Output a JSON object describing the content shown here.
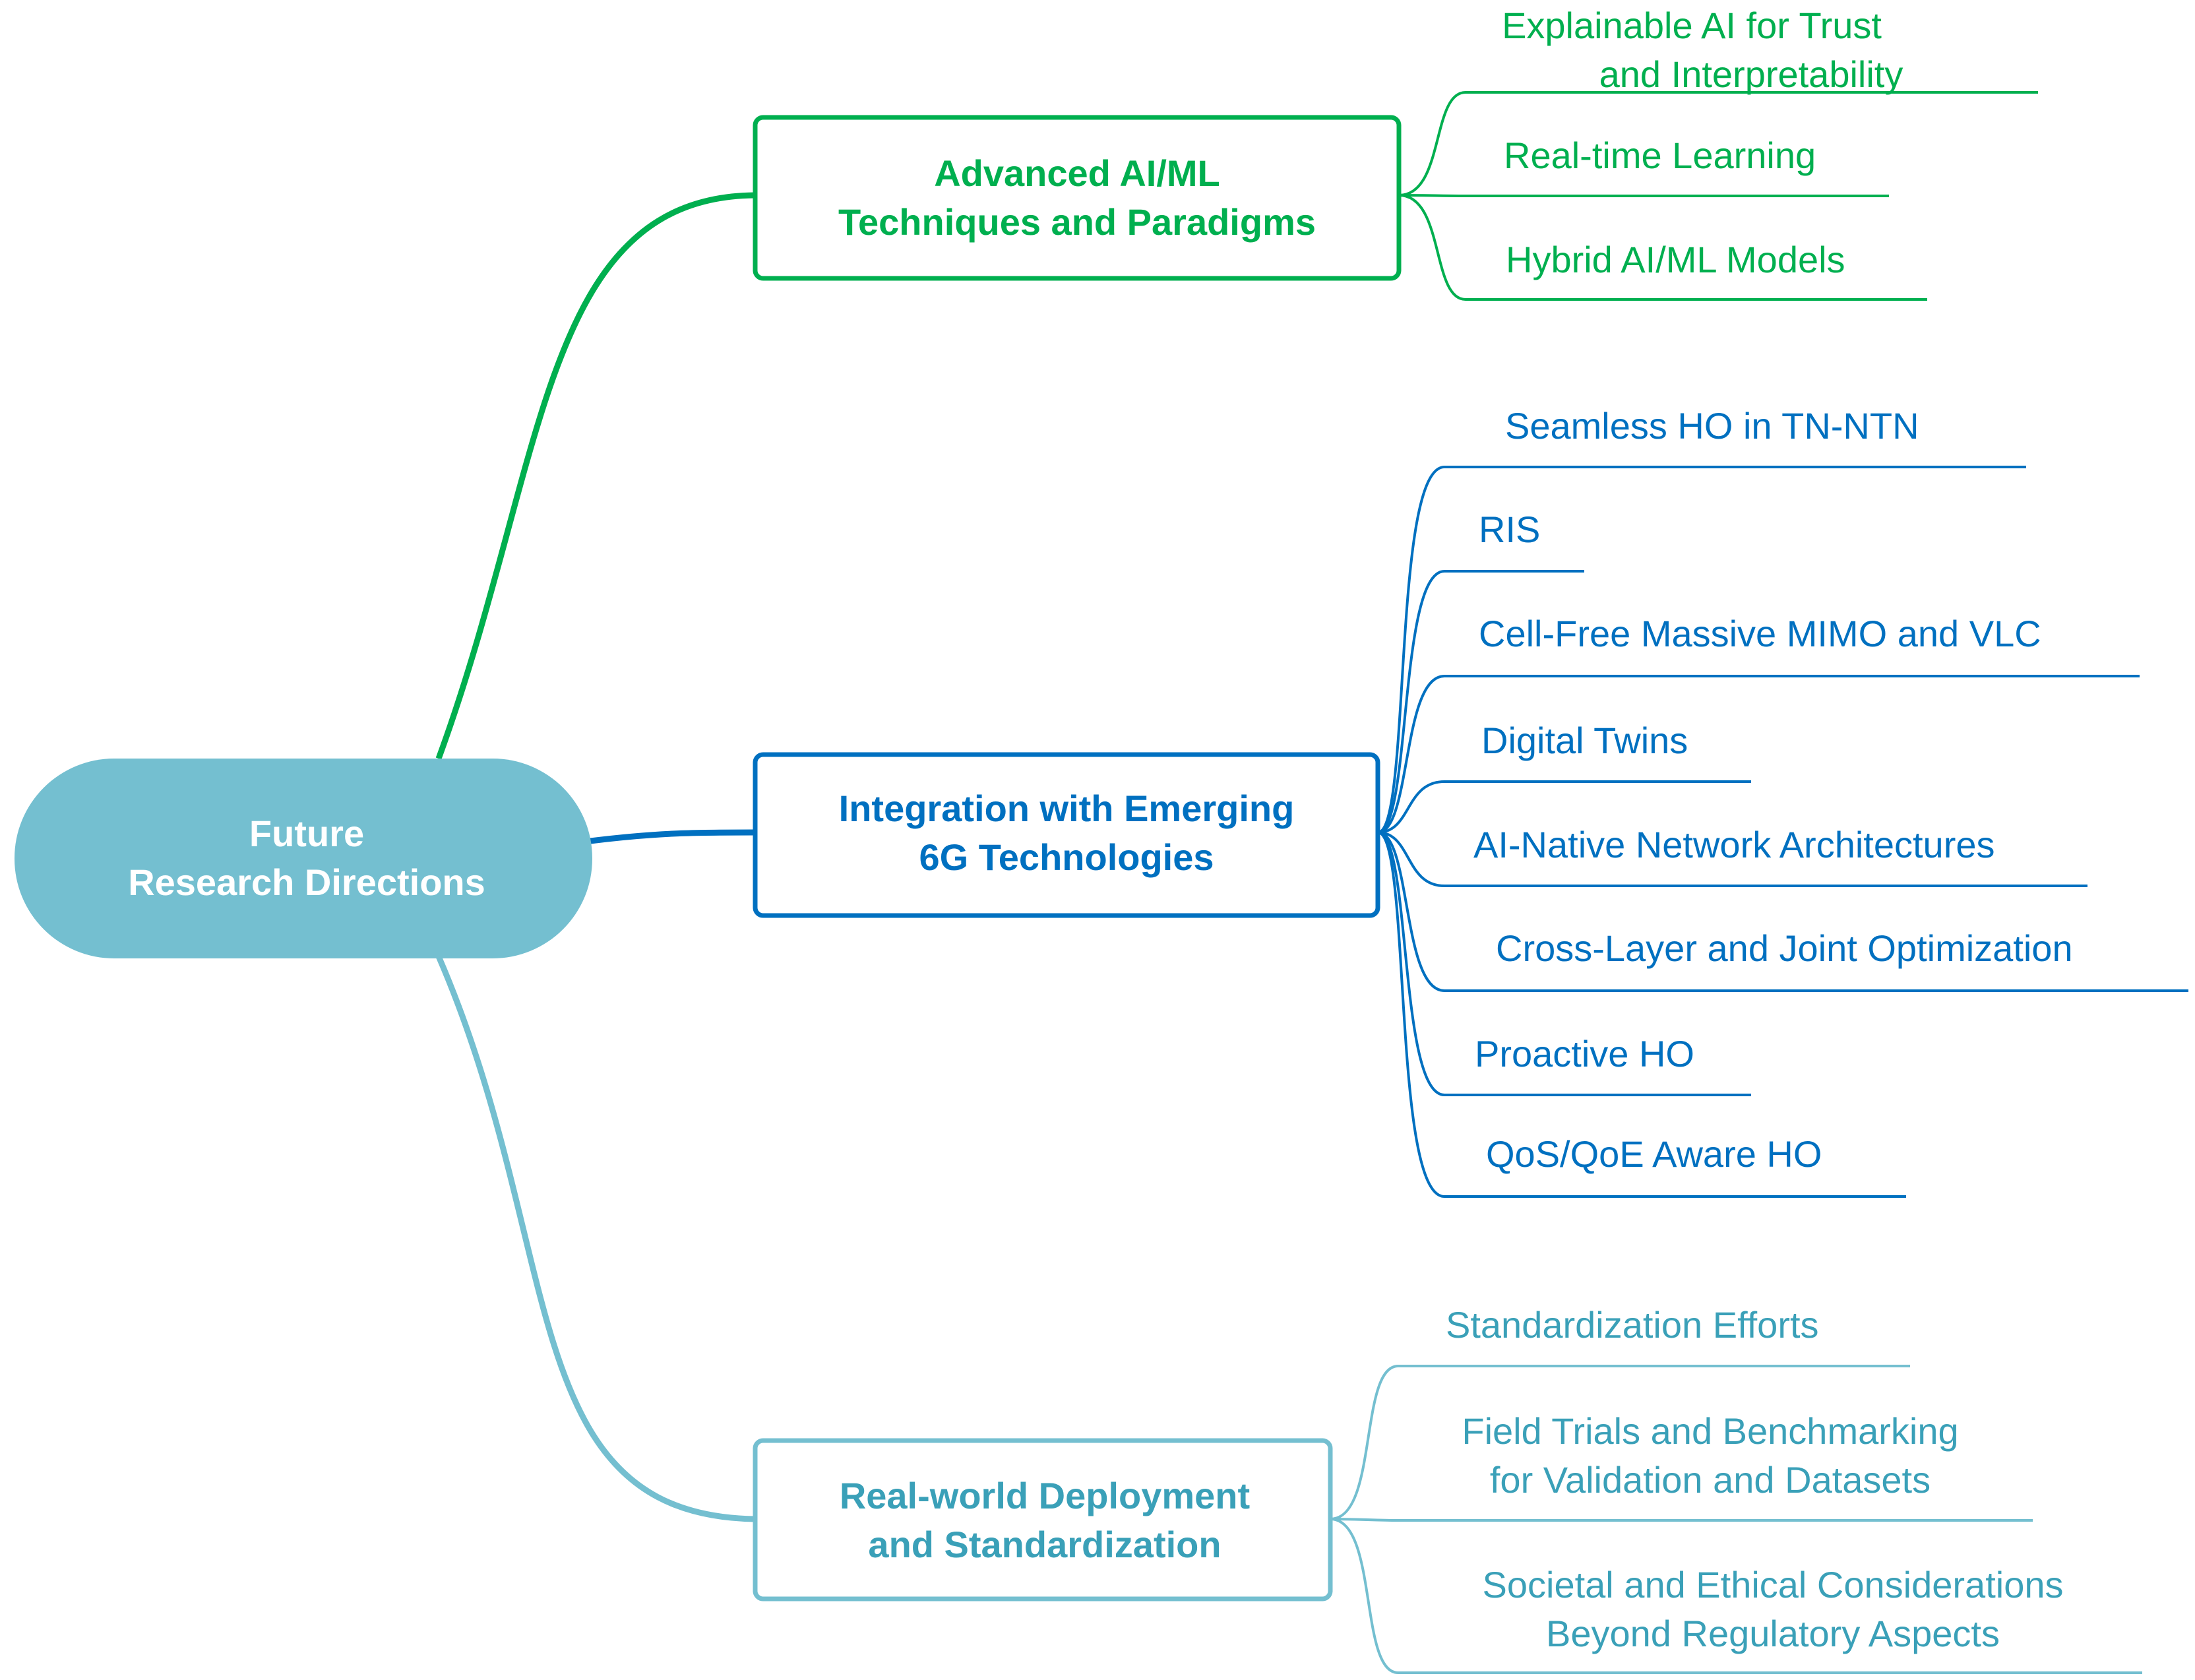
{
  "root": {
    "line1": "Future",
    "line2": "Research Directions",
    "color": "#74BFD0"
  },
  "branches": [
    {
      "title_line1": "Advanced AI/ML",
      "title_line2": "Techniques and Paradigms",
      "color": "#00AF4F",
      "items": [
        {
          "line1": "Explainable AI for Trust",
          "line2": "and Interpretability"
        },
        {
          "line1": "Real-time Learning"
        },
        {
          "line1": "Hybrid AI/ML Models"
        }
      ]
    },
    {
      "title_line1": "Integration with Emerging",
      "title_line2": "6G Technologies",
      "color": "#0070C0",
      "items": [
        {
          "line1": "Seamless HO in TN-NTN"
        },
        {
          "line1": "RIS"
        },
        {
          "line1": "Cell-Free Massive MIMO and VLC"
        },
        {
          "line1": "Digital Twins"
        },
        {
          "line1": "AI-Native Network Architectures"
        },
        {
          "line1": "Cross-Layer and Joint Optimization"
        },
        {
          "line1": "Proactive HO"
        },
        {
          "line1": "QoS/QoE Aware HO"
        }
      ]
    },
    {
      "title_line1": "Real-world Deployment",
      "title_line2": "and Standardization",
      "color": "#3AA0B8",
      "items": [
        {
          "line1": "Standardization Efforts"
        },
        {
          "line1": "Field Trials and Benchmarking",
          "line2": "for Validation and Datasets"
        },
        {
          "line1": "Societal and Ethical Considerations",
          "line2": "Beyond Regulatory Aspects"
        }
      ]
    }
  ]
}
